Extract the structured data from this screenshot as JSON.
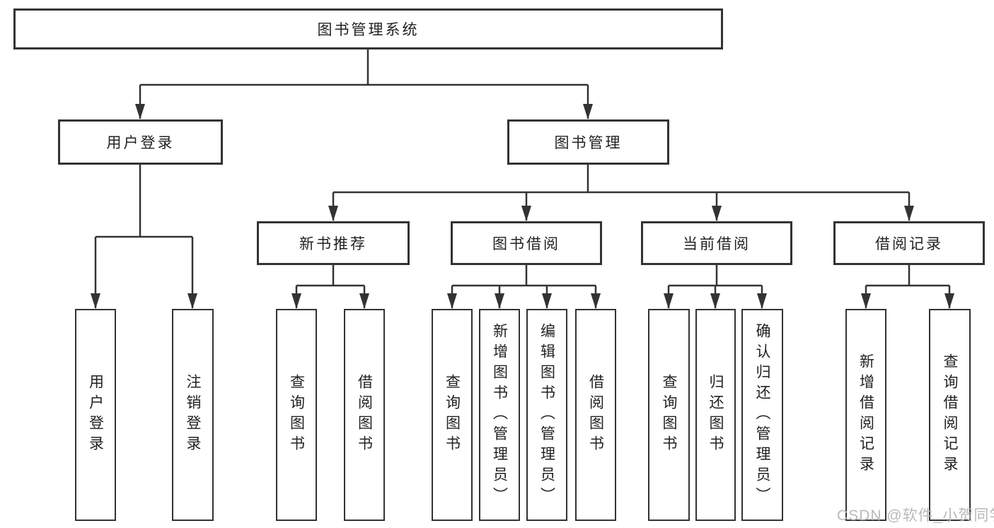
{
  "diagram": {
    "title": "图书管理系统",
    "branches": [
      {
        "label": "用户登录",
        "children": [
          {
            "label": "用户登录"
          },
          {
            "label": "注销登录"
          }
        ]
      },
      {
        "label": "图书管理",
        "children": [
          {
            "label": "新书推荐",
            "children": [
              {
                "label": "查询图书"
              },
              {
                "label": "借阅图书"
              }
            ]
          },
          {
            "label": "图书借阅",
            "children": [
              {
                "label": "查询图书"
              },
              {
                "label": "新增图书（管理员）"
              },
              {
                "label": "编辑图书（管理员）"
              },
              {
                "label": "借阅图书"
              }
            ]
          },
          {
            "label": "当前借阅",
            "children": [
              {
                "label": "查询图书"
              },
              {
                "label": "归还图书"
              },
              {
                "label": "确认归还（管理员）"
              }
            ]
          },
          {
            "label": "借阅记录",
            "children": [
              {
                "label": "新增借阅记录"
              },
              {
                "label": "查询借阅记录"
              }
            ]
          }
        ]
      }
    ]
  },
  "watermark": {
    "text": "CSDN @软件_小贺同学"
  },
  "colors": {
    "line": "#333333",
    "box_border": "#333333",
    "text": "#222222",
    "watermark": "#b9b9b9",
    "background": "#ffffff"
  }
}
